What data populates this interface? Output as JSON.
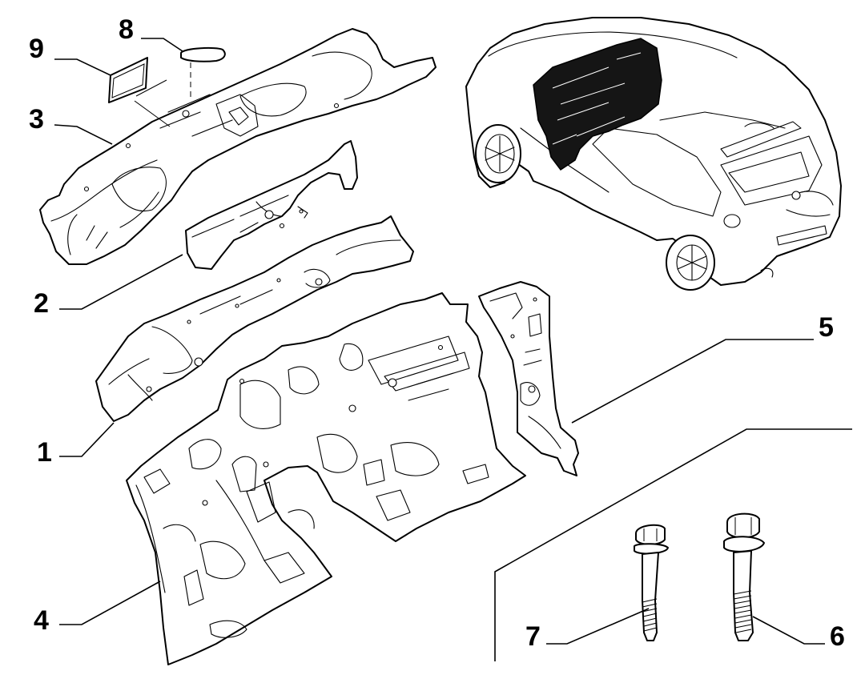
{
  "diagram": {
    "callouts": [
      {
        "id": "callout-1",
        "label": "1"
      },
      {
        "id": "callout-2",
        "label": "2"
      },
      {
        "id": "callout-3",
        "label": "3"
      },
      {
        "id": "callout-4",
        "label": "4"
      },
      {
        "id": "callout-5",
        "label": "5"
      },
      {
        "id": "callout-6",
        "label": "6"
      },
      {
        "id": "callout-7",
        "label": "7"
      },
      {
        "id": "callout-8",
        "label": "8"
      },
      {
        "id": "callout-9",
        "label": "9"
      }
    ]
  }
}
